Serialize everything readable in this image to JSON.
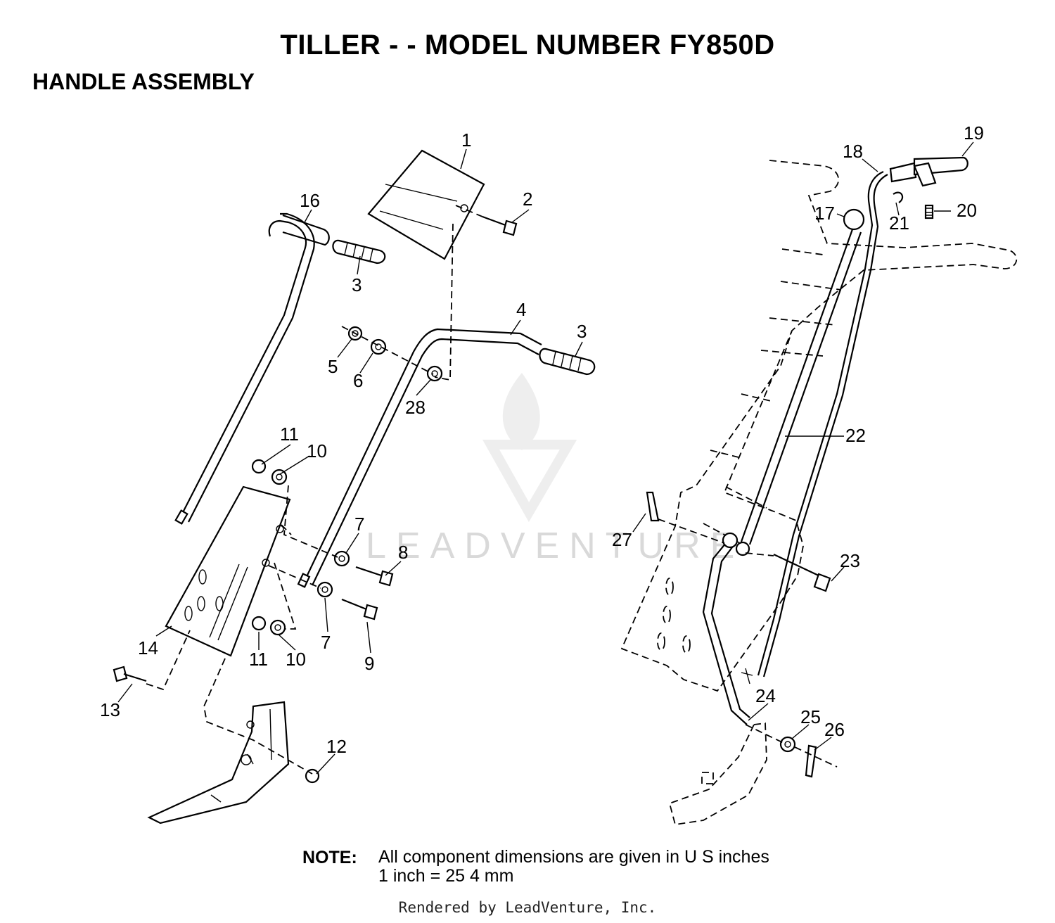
{
  "title": "TILLER - - MODEL NUMBER FY850D",
  "subtitle": "HANDLE ASSEMBLY",
  "watermark": "LEADVENTURE",
  "note": {
    "label": "NOTE:",
    "line1": "All component dimensions are given in U S inches",
    "line2": "1 inch = 25 4 mm"
  },
  "footer": "Rendered by LeadVenture, Inc.",
  "callouts": {
    "c1": "1",
    "c2": "2",
    "c3a": "3",
    "c3b": "3",
    "c4": "4",
    "c5": "5",
    "c6": "6",
    "c7a": "7",
    "c7b": "7",
    "c8": "8",
    "c9": "9",
    "c10a": "10",
    "c10b": "10",
    "c11a": "11",
    "c11b": "11",
    "c12": "12",
    "c13": "13",
    "c14": "14",
    "c16": "16",
    "c17": "17",
    "c18": "18",
    "c19": "19",
    "c20": "20",
    "c21": "21",
    "c22": "22",
    "c23": "23",
    "c24": "24",
    "c25": "25",
    "c26": "26",
    "c27": "27",
    "c28": "28"
  }
}
